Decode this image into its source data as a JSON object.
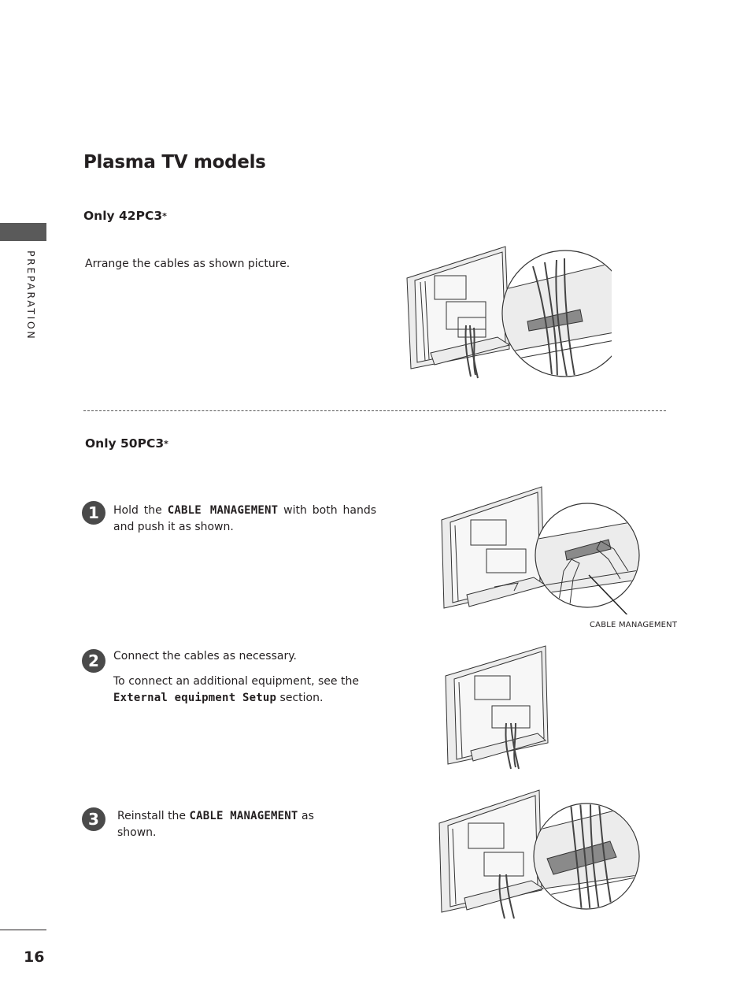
{
  "page": {
    "title": "Plasma TV models",
    "side_label": "PREPARATION",
    "page_number": "16"
  },
  "section_42": {
    "heading": "Only 42PC3",
    "heading_mark": "*",
    "instruction": "Arrange the cables as shown picture."
  },
  "section_50": {
    "heading": "Only 50PC3",
    "heading_mark": "*",
    "steps": [
      {
        "number": "1",
        "text_before": "Hold the",
        "keyword": "CABLE MANAGEMENT",
        "text_after": "with both hands and push it as shown."
      },
      {
        "number": "2",
        "line1": "Connect the cables as necessary.",
        "line2_before": "To connect an additional equipment, see the",
        "keyword": "External equipment Setup",
        "line2_after": "section."
      },
      {
        "number": "3",
        "text_before": "Reinstall the",
        "keyword": "CABLE MANAGEMENT",
        "text_after": "as shown."
      }
    ],
    "callout_label": "CABLE MANAGEMENT"
  }
}
